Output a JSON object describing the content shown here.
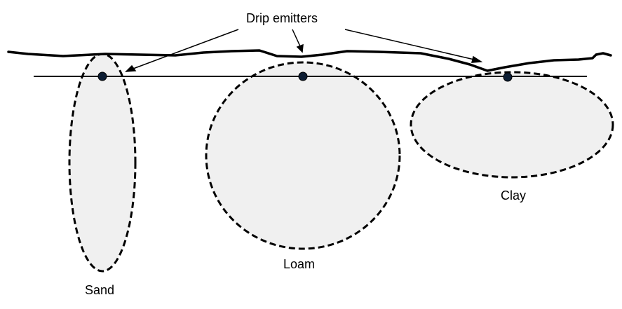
{
  "labels": {
    "drip_emitters": "Drip emitters",
    "sand": "Sand",
    "loam": "Loam",
    "clay": "Clay"
  },
  "colors": {
    "zone_fill": "#f0f0f0",
    "stroke": "#000000",
    "emitter_fill": "#0c1d33"
  }
}
